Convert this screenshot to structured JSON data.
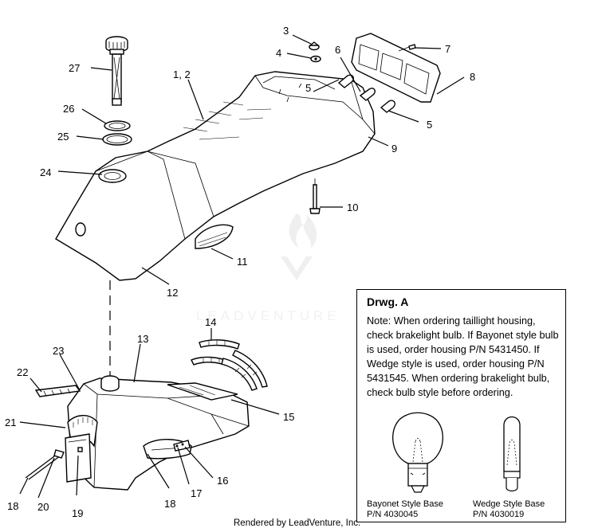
{
  "callouts": {
    "c1_2": "1, 2",
    "c3": "3",
    "c4": "4",
    "c5a": "5",
    "c5b": "5",
    "c6": "6",
    "c7": "7",
    "c8": "8",
    "c9": "9",
    "c10": "10",
    "c11": "11",
    "c12": "12",
    "c13": "13",
    "c14": "14",
    "c15": "15",
    "c16": "16",
    "c17": "17",
    "c18a": "18",
    "c18b": "18",
    "c19": "19",
    "c20": "20",
    "c21": "21",
    "c22": "22",
    "c23": "23",
    "c24": "24",
    "c25": "25",
    "c26": "26",
    "c27": "27"
  },
  "drawing_a": {
    "title": "Drwg. A",
    "note": "Note: When ordering taillight housing, check brakelight bulb.  If Bayonet style bulb is  used, order housing P/N 5431450.  If Wedge style is used, order housing P/N 5431545.  When ordering brakelight bulb, check bulb style before ordering.",
    "bayonet_label": "Bayonet Style Base",
    "bayonet_pn": "P/N 4030045",
    "wedge_label": "Wedge Style Base",
    "wedge_pn": "P/N 4030019"
  },
  "watermark": "LEADVENTURE",
  "footer": "Rendered by LeadVenture, Inc."
}
